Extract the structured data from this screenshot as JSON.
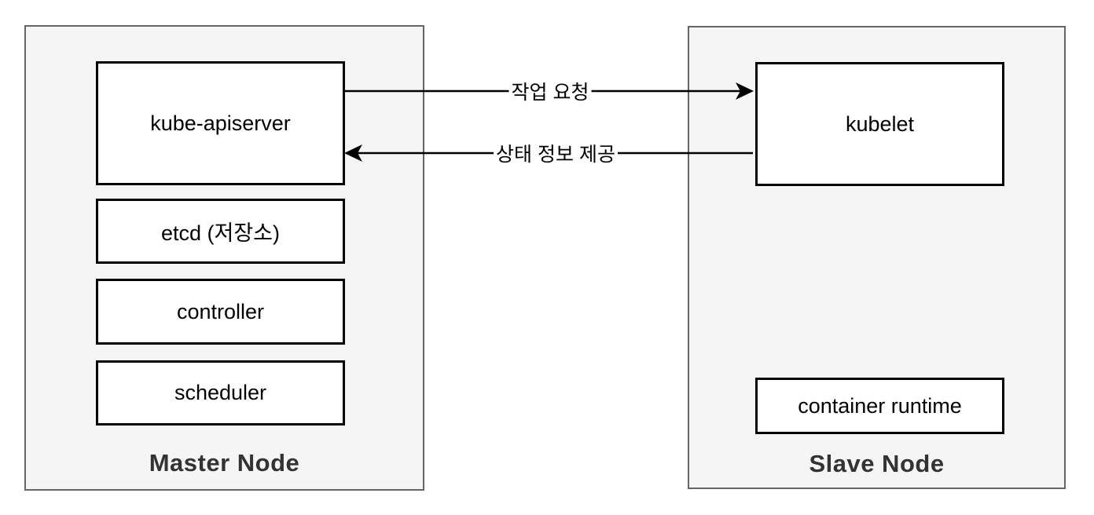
{
  "diagram": {
    "master_node": {
      "title": "Master Node",
      "components": [
        "kube-apiserver",
        "etcd (저장소)",
        "controller",
        "scheduler"
      ]
    },
    "slave_node": {
      "title": "Slave Node",
      "components": [
        "kubelet",
        "container runtime"
      ]
    },
    "arrows": [
      {
        "label": "작업 요청",
        "from": "kube-apiserver",
        "to": "kubelet",
        "direction": "right"
      },
      {
        "label": "상태 정보 제공",
        "from": "kubelet",
        "to": "kube-apiserver",
        "direction": "left"
      }
    ],
    "colors": {
      "container_fill": "#f5f5f5",
      "container_border": "#666666",
      "box_fill": "#ffffff",
      "box_border": "#000000",
      "node_title_color": "#333333",
      "arrow_color": "#000000",
      "page_background": "#ffffff"
    }
  }
}
